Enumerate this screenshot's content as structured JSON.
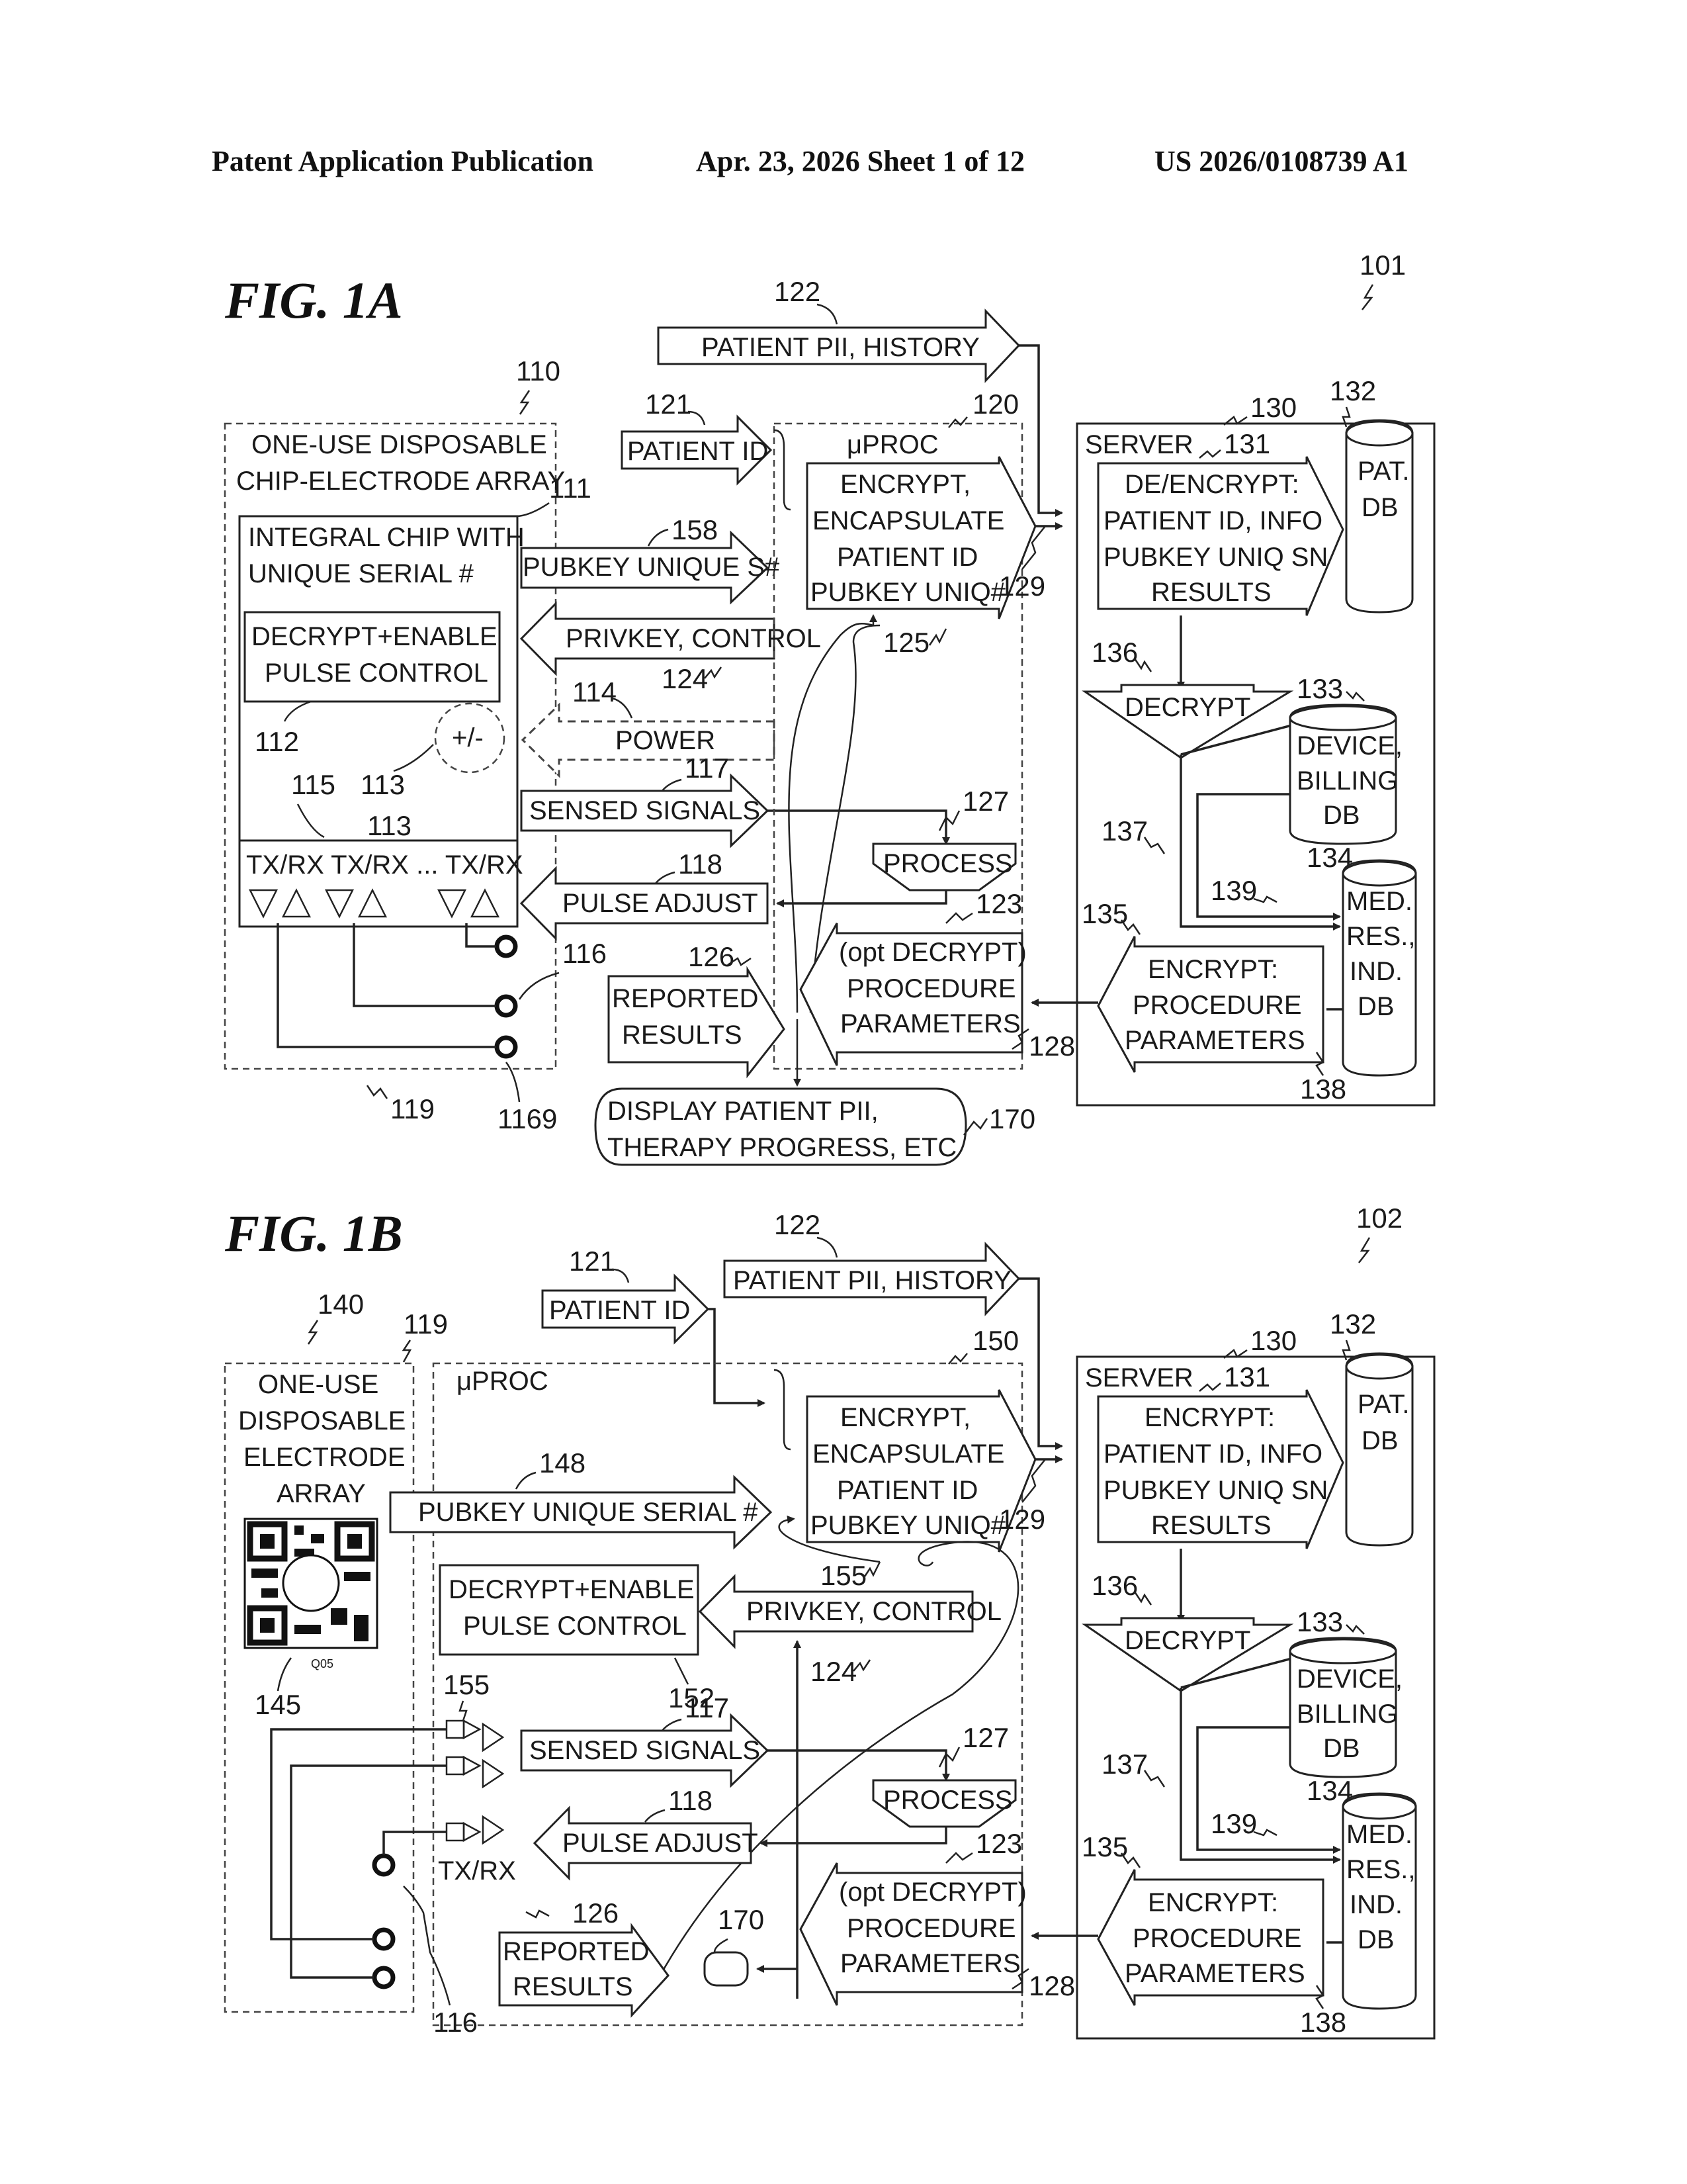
{
  "header": {
    "publication": "Patent Application Publication",
    "date_sheet": "Apr. 23, 2026  Sheet 1 of 12",
    "number": "US 2026/0108739 A1"
  },
  "fig1a": {
    "title": "FIG. 1A",
    "ref_101": "101",
    "ref_110": "110",
    "ref_111": "111",
    "ref_112": "112",
    "ref_113a": "113",
    "ref_113b": "113",
    "ref_114": "114",
    "ref_115": "115",
    "ref_116": "116",
    "ref_117": "117",
    "ref_118": "118",
    "ref_119": "119",
    "ref_1169": "1169",
    "ref_120": "120",
    "ref_121": "121",
    "ref_122": "122",
    "ref_123": "123",
    "ref_124": "124",
    "ref_125": "125",
    "ref_126": "126",
    "ref_127": "127",
    "ref_128": "128",
    "ref_129": "129",
    "ref_130": "130",
    "ref_131": "131",
    "ref_132": "132",
    "ref_133": "133",
    "ref_134": "134",
    "ref_135": "135",
    "ref_136": "136",
    "ref_137": "137",
    "ref_138": "138",
    "ref_139": "139",
    "ref_158": "158",
    "ref_170": "170",
    "array_line1": "ONE-USE DISPOSABLE",
    "array_line2": "CHIP-ELECTRODE ARRAY",
    "chip_line1": "INTEGRAL CHIP WITH",
    "chip_line2": "UNIQUE SERIAL #",
    "decrypt_line1": "DECRYPT+ENABLE",
    "decrypt_line2": "PULSE CONTROL",
    "plusminus": "+/-",
    "txrx": "TX/RX TX/RX ... TX/RX",
    "pubkey": "PUBKEY UNIQUE S#",
    "privkey": "PRIVKEY, CONTROL",
    "power": "POWER",
    "sensed": "SENSED SIGNALS",
    "pulse": "PULSE ADJUST",
    "reported_line1": "REPORTED",
    "reported_line2": "RESULTS",
    "patient_id": "PATIENT ID",
    "patient_pii": "PATIENT PII, HISTORY",
    "uproc": "μPROC",
    "enc_line1": "ENCRYPT,",
    "enc_line2": "ENCAPSULATE",
    "enc_line3": "PATIENT ID",
    "enc_line4": "PUBKEY UNIQ#",
    "process": "PROCESS",
    "opt_line1": "(opt DECRYPT)",
    "opt_line2": "PROCEDURE",
    "opt_line3": "PARAMETERS",
    "display_line1": "DISPLAY PATIENT PII,",
    "display_line2": "THERAPY PROGRESS, ETC",
    "server": "SERVER",
    "srv_line1": "DE/ENCRYPT:",
    "srv_line2": "PATIENT ID, INFO",
    "srv_line3": "PUBKEY UNIQ SN",
    "srv_line4": "RESULTS",
    "decrypt": "DECRYPT",
    "pat_db_line1": "PAT.",
    "pat_db_line2": "DB",
    "dev_db_line1": "DEVICE,",
    "dev_db_line2": "BILLING",
    "dev_db_line3": "DB",
    "med_db_line1": "MED.",
    "med_db_line2": "RES.,",
    "med_db_line3": "IND.",
    "med_db_line4": "DB",
    "srvenc_line1": "ENCRYPT:",
    "srvenc_line2": "PROCEDURE",
    "srvenc_line3": "PARAMETERS"
  },
  "fig1b": {
    "title": "FIG. 1B",
    "ref_102": "102",
    "ref_116": "116",
    "ref_117": "117",
    "ref_118": "118",
    "ref_119": "119",
    "ref_121": "121",
    "ref_122": "122",
    "ref_123": "123",
    "ref_124": "124",
    "ref_126": "126",
    "ref_127": "127",
    "ref_128": "128",
    "ref_129": "129",
    "ref_130": "130",
    "ref_131": "131",
    "ref_132": "132",
    "ref_133": "133",
    "ref_134": "134",
    "ref_135": "135",
    "ref_136": "136",
    "ref_137": "137",
    "ref_138": "138",
    "ref_139": "139",
    "ref_140": "140",
    "ref_145": "145",
    "ref_148": "148",
    "ref_150": "150",
    "ref_152": "152",
    "ref_155a": "155",
    "ref_155b": "155",
    "ref_170": "170",
    "qr_caption": "Q05",
    "array_line1": "ONE-USE",
    "array_line2": "DISPOSABLE",
    "array_line3": "ELECTRODE",
    "array_line4": "ARRAY",
    "uproc": "μPROC",
    "pubkey": "PUBKEY UNIQUE SERIAL #",
    "decrypt_line1": "DECRYPT+ENABLE",
    "decrypt_line2": "PULSE CONTROL",
    "privkey": "PRIVKEY, CONTROL",
    "sensed": "SENSED SIGNALS",
    "pulse": "PULSE ADJUST",
    "txrx": "TX/RX",
    "reported_line1": "REPORTED",
    "reported_line2": "RESULTS",
    "patient_id": "PATIENT ID",
    "patient_pii": "PATIENT PII, HISTORY",
    "enc_line1": "ENCRYPT,",
    "enc_line2": "ENCAPSULATE",
    "enc_line3": "PATIENT ID",
    "enc_line4": "PUBKEY UNIQ#",
    "process": "PROCESS",
    "opt_line1": "(opt DECRYPT)",
    "opt_line2": "PROCEDURE",
    "opt_line3": "PARAMETERS",
    "server": "SERVER",
    "srv_line1": "ENCRYPT:",
    "srv_line2": "PATIENT ID, INFO",
    "srv_line3": "PUBKEY UNIQ SN",
    "srv_line4": "RESULTS",
    "decrypt": "DECRYPT",
    "pat_db_line1": "PAT.",
    "pat_db_line2": "DB",
    "dev_db_line1": "DEVICE,",
    "dev_db_line2": "BILLING",
    "dev_db_line3": "DB",
    "med_db_line1": "MED.",
    "med_db_line2": "RES.,",
    "med_db_line3": "IND.",
    "med_db_line4": "DB",
    "srvenc_line1": "ENCRYPT:",
    "srvenc_line2": "PROCEDURE",
    "srvenc_line3": "PARAMETERS"
  }
}
